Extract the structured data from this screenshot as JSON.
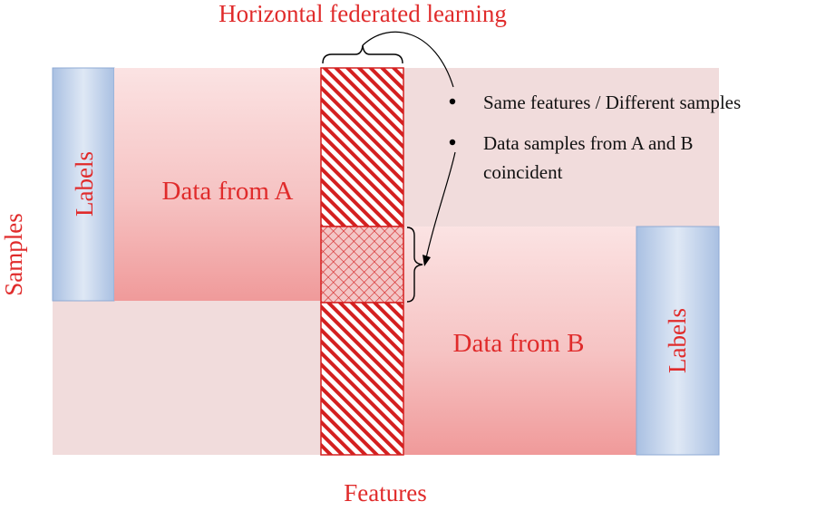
{
  "title": "Horizontal federated learning",
  "axes": {
    "x_label": "Features",
    "y_label": "Samples"
  },
  "blocks": {
    "data_a": "Data from A",
    "data_b": "Data from B",
    "labels_a": "Labels",
    "labels_b": "Labels"
  },
  "bullets": [
    "Same features / Different samples",
    "Data samples from A and B",
    "coincident"
  ],
  "colors": {
    "accent_red": "#e02b2b",
    "label_blue": "#bcd0ea",
    "data_pink": "#f3a9a9",
    "background_pink": "#f1dcdc",
    "hatch_red": "#d42020"
  }
}
